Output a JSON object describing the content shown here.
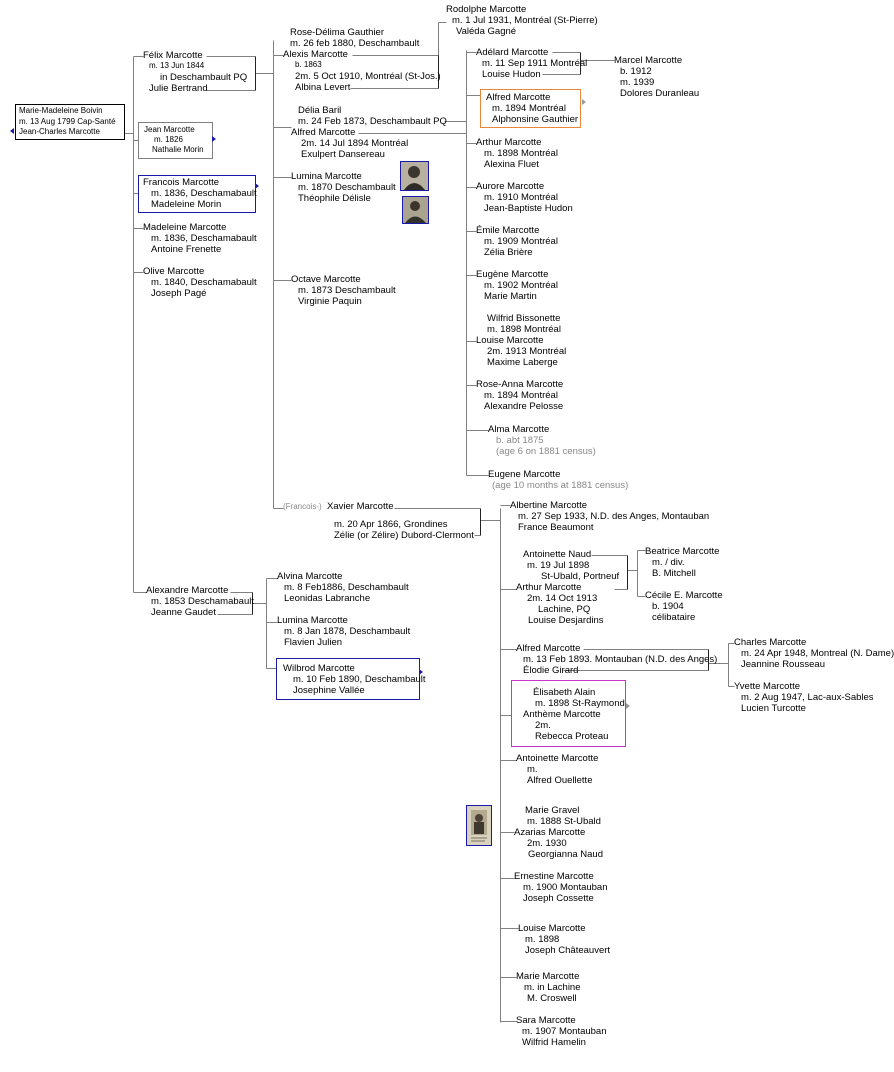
{
  "colors": {
    "line": "#808080",
    "blue": "#1a1aa8",
    "orange": "#e8873a",
    "magenta": "#cc33cc",
    "gray": "#888888"
  },
  "root": {
    "l1": "Marie-Madeleine Boivin",
    "l2": "m. 13 Aug 1799 Cap-Santé",
    "l3": "Jean-Charles Marcotte"
  },
  "gen1": {
    "felix": {
      "l1": "Félix Marcotte",
      "l2": "m. 13 Jun 1844",
      "l3": "in Deschambault PQ",
      "l4": "Julie Bertrand"
    },
    "jean": {
      "l1": "Jean Marcotte",
      "l2": "m. 1826",
      "l3": "Nathalie Morin"
    },
    "francois": {
      "l1": "Francois Marcotte",
      "l2": "m. 1836, Deschamabault",
      "l3": "Madeleine Morin"
    },
    "madeleine": {
      "l1": "Madeleine Marcotte",
      "l2": "m. 1836, Deschamabault",
      "l3": "Antoine Frenette"
    },
    "olive": {
      "l1": "Olive Marcotte",
      "l2": "m. 1840,  Deschamabault",
      "l3": "Joseph Pagé"
    },
    "alexandre": {
      "l1": "Alexandre Marcotte",
      "l2": "m. 1853 Deschamabault",
      "l3": "Jeanne Gaudet"
    }
  },
  "gen2": {
    "alexis": {
      "l1": "Rose-Délima Gauthier",
      "l2": "m. 26 feb 1880, Deschambault",
      "l3": "Alexis Marcotte",
      "l4": "b. 1863",
      "l5": "2m. 5 Oct 1910, Montréal (St-Jos.)",
      "l6": "Albina Levert"
    },
    "alfred": {
      "l1": "Délia Baril",
      "l2": "m.  24 Feb 1873, Deschambault PQ",
      "l3": "Alfred Marcotte",
      "l4": "2m. 14 Jul 1894  Montréal",
      "l5": "Exulpert Dansereau"
    },
    "lumina": {
      "l1": "Lumina Marcotte",
      "l2": "m. 1870 Deschambault",
      "l3": "Théophile Délisle"
    },
    "octave": {
      "l1": "Octave Marcotte",
      "l2": "m. 1873 Deschambault",
      "l3": "Virginie Paquin"
    },
    "xavier": {
      "l0": "(Francois-)",
      "l1": "Xavier Marcotte",
      "l2": "m. 20 Apr 1866, Grondines",
      "l3": "Zélie (or Zélire) Dubord-Clermont"
    },
    "alvina": {
      "l1": "Alvina Marcotte",
      "l2": "m.  8 Feb1886, Deschambault",
      "l3": "Leonidas Labranche"
    },
    "lumina2": {
      "l1": "Lumina Marcotte",
      "l2": "m.  8 Jan 1878, Deschambault",
      "l3": "Flavien Julien"
    },
    "wilbrod": {
      "l1": "Wilbrod Marcotte",
      "l2": "m. 10 Feb 1890, Deschambault",
      "l3": "Josephine Vallée"
    }
  },
  "gen3": {
    "rodolphe": {
      "l1": "Rodolphe Marcotte",
      "l2": "m. 1 Jul 1931, Montréal (St-Pierre)",
      "l3": "Valéda Gagné"
    },
    "adelard": {
      "l1": "Adélard Marcotte",
      "l2": "m. 11 Sep 1911 Montréal",
      "l3": "Louise Hudon"
    },
    "alfred2": {
      "l1": "Alfred Marcotte",
      "l2": "m. 1894 Montréal",
      "l3": "Alphonsine Gauthier"
    },
    "arthur": {
      "l1": "Arthur Marcotte",
      "l2": "m. 1898 Montréal",
      "l3": "Alexina Fluet"
    },
    "aurore": {
      "l1": "Aurore Marcotte",
      "l2": "m. 1910 Montréal",
      "l3": "Jean-Baptiste Hudon"
    },
    "emile": {
      "l1": "Émile Marcotte",
      "l2": "m. 1909 Montréal",
      "l3": "Zélia Brière"
    },
    "eugene": {
      "l1": "Eugène Marcotte",
      "l2": "m. 1902 Montréal",
      "l3": "Marie Martin"
    },
    "louise": {
      "l1": "Wilfrid Bissonette",
      "l2": "m. 1898 Montréal",
      "l3": "Louise Marcotte",
      "l4": "2m. 1913 Montréal",
      "l5": "Maxime Laberge"
    },
    "roseanna": {
      "l1": "Rose-Anna Marcotte",
      "l2": "m. 1894 Montréal",
      "l3": "Alexandre Pelosse"
    },
    "alma": {
      "l1": "Alma Marcotte",
      "l2": "b. abt 1875",
      "l3": "(age 6 on 1881 census)"
    },
    "eugene2": {
      "l1": "Eugene Marcotte",
      "l2": "(age 10 months at 1881 census)"
    },
    "albertine": {
      "l1": "Albertine Marcotte",
      "l2": "m.  27 Sep 1933, N.D. des Anges, Montauban",
      "l3": "France Beaumont"
    },
    "arthur2": {
      "l1": "Antoinette Naud",
      "l2": "m.  19 Jul 1898",
      "l3": "St-Ubald, Portneuf",
      "l4": "Arthur Marcotte",
      "l5": "2m. 14 Oct 1913",
      "l6": "Lachine, PQ",
      "l7": "Louise Desjardins"
    },
    "alfred3": {
      "l1": "Alfred Marcotte",
      "l2": "m. 13 Feb 1893. Montauban (N.D. des Anges)",
      "l3": "Élodie Girard"
    },
    "antheme": {
      "l1": "Élisabeth Alain",
      "l2": "m. 1898 St-Raymond",
      "l3": "Anthème Marcotte",
      "l4": "2m.",
      "l5": "Rebecca Proteau"
    },
    "antoinette": {
      "l1": "Antoinette Marcotte",
      "l2": "m.",
      "l3": "Alfred Ouellette"
    },
    "azarias": {
      "l1": "Marie Gravel",
      "l2": "m. 1888 St-Ubald",
      "l3": "Azarias Marcotte",
      "l4": "2m. 1930",
      "l5": "Georgianna Naud"
    },
    "ernestine": {
      "l1": "Ernestine Marcotte",
      "l2": "m. 1900 Montauban",
      "l3": "Joseph Cossette"
    },
    "louise2": {
      "l1": "Louise Marcotte",
      "l2": "m. 1898",
      "l3": "Joseph Châteauvert"
    },
    "marie": {
      "l1": "Marie Marcotte",
      "l2": "m.  in Lachine",
      "l3": "M. Croswell"
    },
    "sara": {
      "l1": "Sara Marcotte",
      "l2": "m. 1907 Montauban",
      "l3": "Wilfrid Hamelin"
    }
  },
  "gen4": {
    "marcel": {
      "l1": "Marcel Marcotte",
      "l2": "b. 1912",
      "l3": "m. 1939",
      "l4": "Dolores Duranleau"
    },
    "beatrice": {
      "l1": "Beatrice Marcotte",
      "l2": "m. / div.",
      "l3": "B. Mitchell"
    },
    "cecile": {
      "l1": "Cécile E. Marcotte",
      "l2": "b. 1904",
      "l3": "célibataire"
    },
    "charles": {
      "l1": "Charles Marcotte",
      "l2": "m. 24 Apr 1948, Montreal (N. Dame)",
      "l3": "Jeannine Rousseau"
    },
    "yvette": {
      "l1": "Yvette Marcotte",
      "l2": "m. 2 Aug 1947, Lac-aux-Sables",
      "l3": "Lucien Turcotte"
    }
  },
  "icons": {
    "photo": "portrait-photo-icon",
    "expand": "expand-arrow-icon"
  }
}
